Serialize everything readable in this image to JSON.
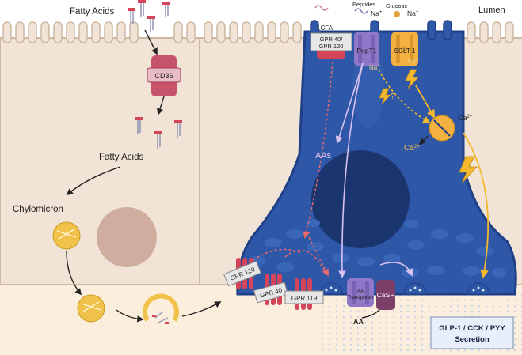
{
  "labels": {
    "lumen": "Lumen",
    "fatty_acids_top": "Fatty Acids",
    "cd36": "CD36",
    "fatty_acids_mid": "Fatty Acids",
    "chylomicron": "Chylomicron",
    "peptides": "Peptides",
    "glucose": "Glucose",
    "na": "Na",
    "lcfa": "LCFA",
    "gpr40_120_line1": "GPR 40/",
    "gpr40_120_line2": "GPR 120",
    "pept1": "PepT1",
    "sglt1": "SGLT-1",
    "question": "?",
    "ca": "Ca",
    "ca_sup": "2+",
    "plus_sup": "+",
    "aas": "AAs",
    "aa_transporter_line1": "AA",
    "aa_transporter_line2": "Transporter",
    "casr": "CaSR",
    "aa": "AA",
    "gpr120": "GPR 120",
    "gpr40": "GPR 40",
    "gpr119": "GPR 119",
    "secretion_line1": "GLP-1 / CCK / PYY",
    "secretion_line2": "Secretion"
  },
  "colors": {
    "enterocyte_fill": "#f1e3d6",
    "enterocyte_stroke": "#cdb8a4",
    "eec_fill": "#2f57a8",
    "eec_dark": "#1f3f86",
    "nucleus_dark": "#1b356f",
    "organelle": "#3a66b8",
    "receptor_red": "#d4455a",
    "receptor_purple": "#9078c8",
    "sglt_orange": "#f2b140",
    "lightning": "#f5b82e",
    "basal_bg": "#fbeedc",
    "chylomicron": "#f0c24a"
  }
}
